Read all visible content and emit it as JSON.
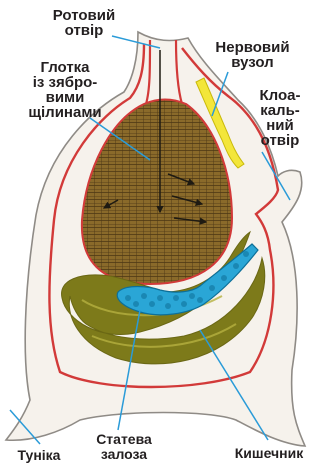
{
  "labels": {
    "mouth_opening": [
      "Ротовий",
      "отвір"
    ],
    "pharynx": [
      "Глотка",
      "із зябро-",
      "вими",
      "щілинами"
    ],
    "nerve_ganglion": [
      "Нервовий",
      "вузол"
    ],
    "cloacal_opening": [
      "Клоа-",
      "каль-",
      "ний",
      "отвір"
    ],
    "tunic": [
      "Туніка"
    ],
    "gonad": [
      "Статева",
      "залоза"
    ],
    "intestine": [
      "Кишечник"
    ]
  },
  "colors": {
    "tunic_outline": "#8f8b86",
    "body_wall": "#d23a39",
    "pharynx_fill": "#8a6a2a",
    "pharynx_grid": "#4a3512",
    "intestine": "#7d7a1a",
    "intestine_highlight": "#b5b040",
    "gonad": "#2aa6d6",
    "gonad_dark": "#0d6f98",
    "nerve": "#f3e63a",
    "leader_line": "#2a9bd8",
    "text": "#231f20"
  }
}
